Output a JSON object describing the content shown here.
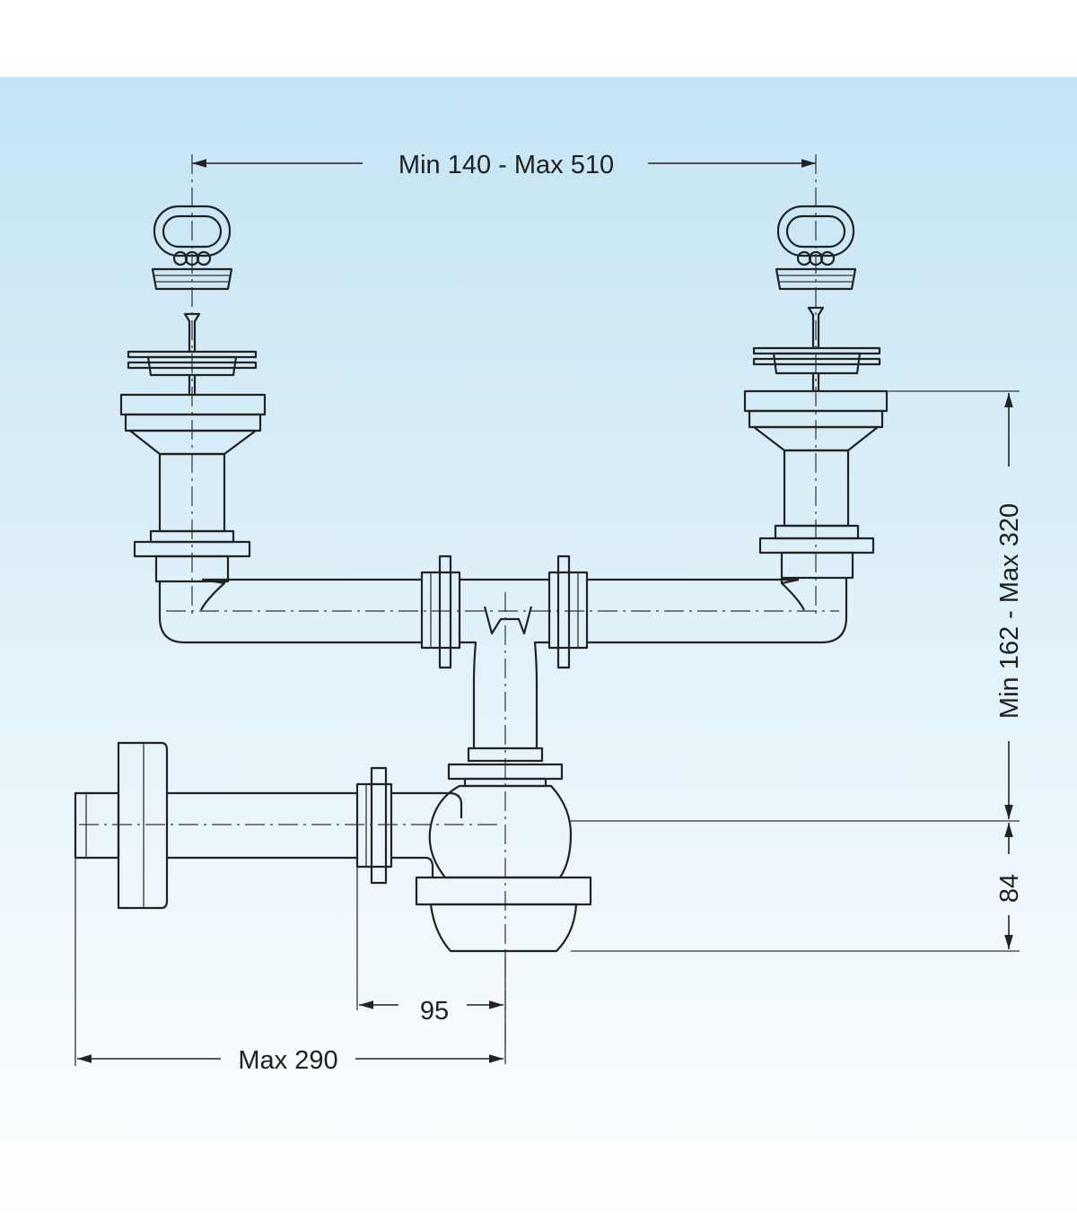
{
  "dimensions": {
    "top_spacing": "Min 140 - Max 510",
    "height_range": "Min 162 - Max 320",
    "trap_depth": "84",
    "outlet_offset": "95",
    "outlet_reach": "Max 290"
  },
  "colors": {
    "background_top": "#c4e4f4",
    "background_bottom": "#ffffff",
    "line": "#222222"
  }
}
